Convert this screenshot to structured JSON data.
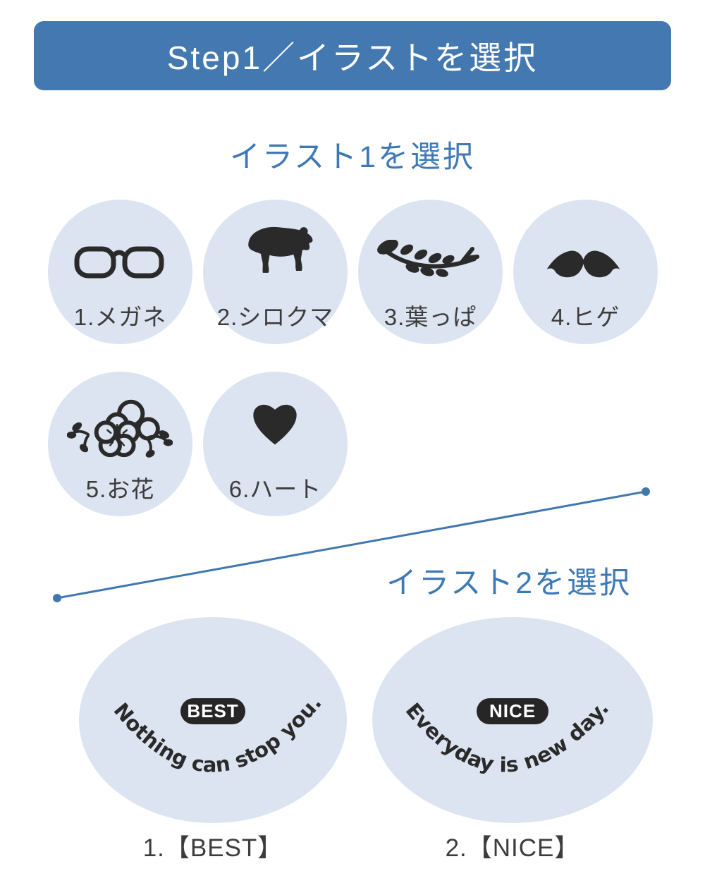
{
  "header": {
    "title": "Step1／イラストを選択"
  },
  "section1": {
    "title": "イラスト1を選択",
    "items": [
      {
        "label": "1.メガネ",
        "icon": "glasses-icon"
      },
      {
        "label": "2.シロクマ",
        "icon": "polar-bear-icon"
      },
      {
        "label": "3.葉っぱ",
        "icon": "leaf-branch-icon"
      },
      {
        "label": "4.ヒゲ",
        "icon": "mustache-icon"
      },
      {
        "label": "5.お花",
        "icon": "flower-icon"
      },
      {
        "label": "6.ハート",
        "icon": "heart-icon"
      }
    ]
  },
  "section2": {
    "title": "イラスト2を選択",
    "items": [
      {
        "badge": "BEST",
        "quote": "Nothing can stop you.",
        "label": "1.【BEST】"
      },
      {
        "badge": "NICE",
        "quote": "Everyday is new day.",
        "label": "2.【NICE】"
      }
    ]
  },
  "colors": {
    "header_bg": "#4478b1",
    "accent_text": "#3d79b5",
    "divider_line": "#4077b0",
    "tile_bg": "#dde4f1",
    "icon_ink": "#2a2a2a",
    "badge_bg": "#262626",
    "badge_text": "#ffffff",
    "label_text": "#3c3c3c"
  }
}
